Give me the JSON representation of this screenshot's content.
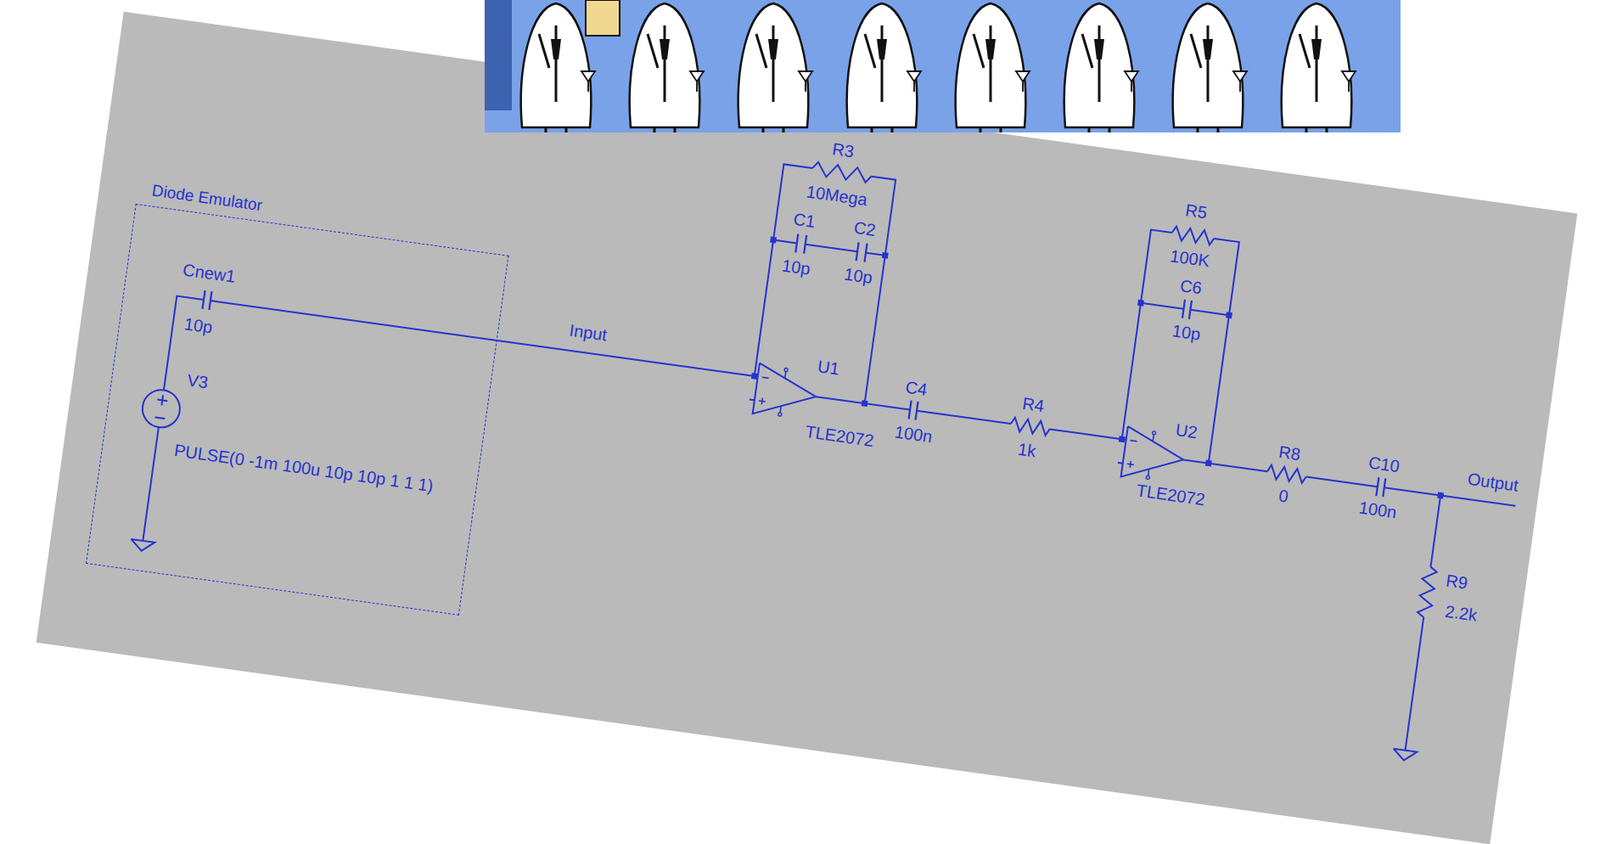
{
  "diagram": {
    "nodes": [
      {
        "text": [
          "Diode Emulator"
        ]
      }
    ],
    "labels": [
      "Cnew1",
      "10p",
      "V3",
      "PULSE(0 -1m 100u 10p 10p 1 1 1)",
      "Input",
      "R3",
      "10Mega",
      "C1",
      "10p",
      "C2",
      "10p",
      "U1",
      "TLE2072",
      "C4",
      "100n",
      "R4",
      "1k",
      "R5",
      "100K",
      "C6",
      "10p",
      "U2",
      "TLE2072",
      "R8",
      "0",
      "C10",
      "100n",
      "Output",
      "R9",
      "2.2k"
    ]
  }
}
